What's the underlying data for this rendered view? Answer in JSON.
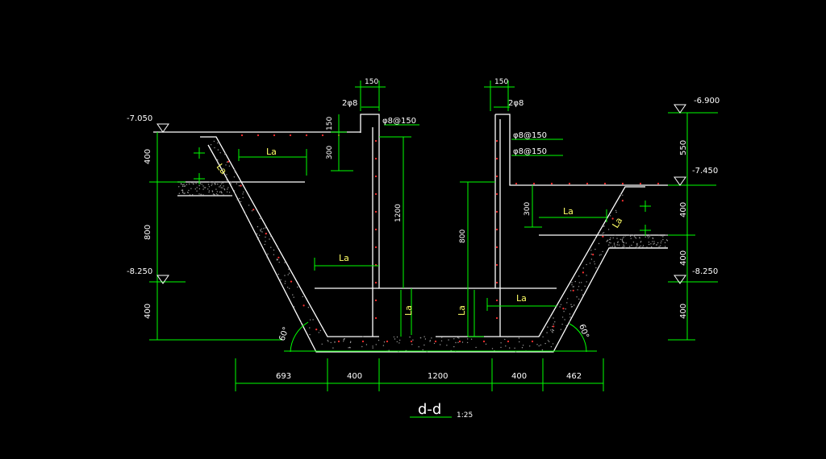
{
  "title": "d-d",
  "scale": "1:25",
  "colors": {
    "background": "#000000",
    "dimension": "#00ff00",
    "outline": "#ffffff",
    "label": "#ffff66",
    "rebar_mark": "#ff3030",
    "concrete_dots": "#9a9a9a"
  },
  "elevations": {
    "left_top": "-7.050",
    "left_bottom": "-8.250",
    "right_top": "-6.900",
    "right_mid": "-7.450",
    "right_bottom": "-8.250"
  },
  "dimensions": {
    "bottom": [
      "693",
      "400",
      "1200",
      "400",
      "462"
    ],
    "left_vertical": [
      "400",
      "800",
      "400"
    ],
    "right_vertical": [
      "550",
      "400",
      "400",
      "400"
    ],
    "wall_width_left": "150",
    "wall_width_right": "150",
    "cap_left": "150",
    "dim_300_left": "300",
    "dim_300_right": "300",
    "height_1200": "1200",
    "height_800": "800"
  },
  "rebar": {
    "left_top_bars": "2φ8",
    "left_stirrup": "φ8@150",
    "right_top_bars": "2φ8",
    "right_stirrup_1": "φ8@150",
    "right_stirrup_2": "φ8@150"
  },
  "anchor_label": "La",
  "angle_left": "60°",
  "angle_right": "60°"
}
